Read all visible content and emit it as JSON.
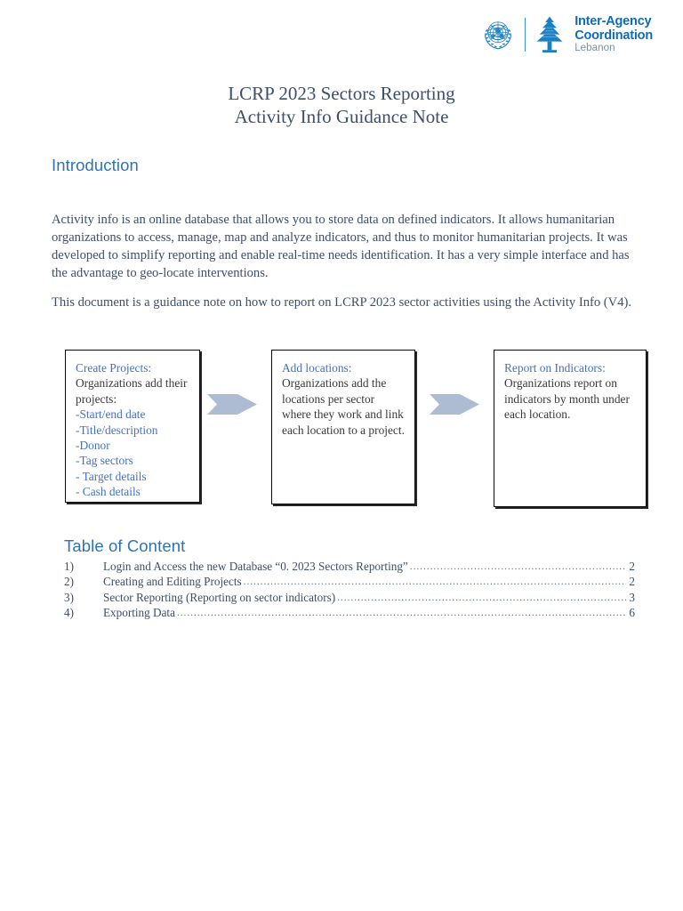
{
  "logo": {
    "un_emblem_icon": "un-emblem-icon",
    "cedar_icon": "lebanon-cedar-icon",
    "line1": "Inter-Agency",
    "line2": "Coordination",
    "line3": "Lebanon",
    "brand_color": "#0F6CB6",
    "sub_color": "#7D8FA0"
  },
  "title": {
    "line1": "LCRP 2023 Sectors Reporting",
    "line2": "Activity Info Guidance Note",
    "color": "#3E4E6B"
  },
  "sections": {
    "introduction": {
      "heading": "Introduction",
      "heading_color": "#2E74B5",
      "paragraph1": "Activity info is an online database that allows you to store data on defined indicators. It allows humanitarian organizations to access, manage, map and analyze indicators, and thus to monitor humanitarian projects. It was developed to simplify reporting and enable real-time needs identification. It has a very simple interface and has the advantage to geo-locate interventions.",
      "paragraph2": "This document is a guidance note on how to report on LCRP 2023 sector activities using the Activity Info (V4)."
    },
    "table_of_content": {
      "heading": "Table of Content",
      "entries": [
        {
          "num": "1)",
          "label": "Login and Access the new Database “0. 2023 Sectors Reporting”",
          "page": "2"
        },
        {
          "num": "2)",
          "label": "Creating and Editing Projects",
          "page": "2"
        },
        {
          "num": "3)",
          "label": "Sector Reporting (Reporting on sector indicators)",
          "page": "3"
        },
        {
          "num": "4)",
          "label": "Exporting Data",
          "page": "6"
        }
      ]
    }
  },
  "flow_diagram": {
    "arrow_color": "#AEBCD3",
    "accent_color": "#4472C4",
    "boxes": [
      {
        "title": "Create Projects:",
        "subtitle": "Organizations add their projects:",
        "items": [
          "-Start/end date",
          "-Title/description",
          "-Donor",
          "-Tag sectors",
          "- Target details",
          "- Cash details"
        ]
      },
      {
        "title": "Add locations:",
        "subtitle": "Organizations add the locations per sector where they work and link each location to a project.",
        "items": []
      },
      {
        "title": "Report on Indicators:",
        "subtitle": "Organizations report on indicators by month under each location.",
        "items": []
      }
    ],
    "arrows": [
      {
        "name": "flow-arrow-1"
      },
      {
        "name": "flow-arrow-2"
      }
    ]
  }
}
